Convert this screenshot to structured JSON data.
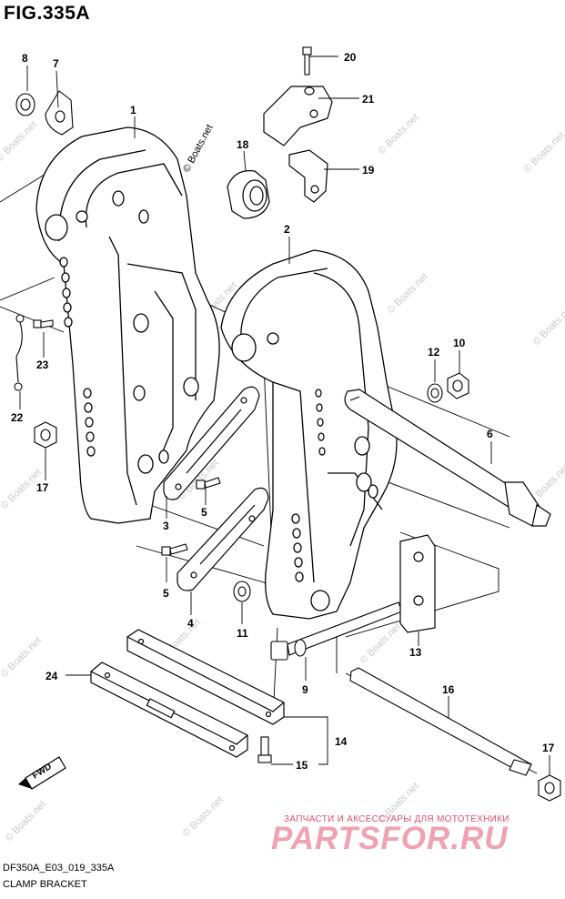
{
  "figure": {
    "title": "FIG.335A",
    "code": "DF350A_E03_019_335A",
    "name": "CLAMP BRACKET"
  },
  "watermark": {
    "text": "© Boats.net",
    "color": "#c9c9c9"
  },
  "brand": {
    "tagline": "ЗАПЧАСТИ И АКСЕССУАРЫ ДЛЯ МОТОТЕХНИКИ",
    "logo": "PARTSFOR.RU",
    "color": "#e0506a"
  },
  "direction_badge": {
    "label": "FWD"
  },
  "parts": [
    {
      "num": "1"
    },
    {
      "num": "2"
    },
    {
      "num": "3"
    },
    {
      "num": "4"
    },
    {
      "num": "5"
    },
    {
      "num": "6"
    },
    {
      "num": "7"
    },
    {
      "num": "8"
    },
    {
      "num": "9"
    },
    {
      "num": "10"
    },
    {
      "num": "11"
    },
    {
      "num": "12"
    },
    {
      "num": "13"
    },
    {
      "num": "14"
    },
    {
      "num": "15"
    },
    {
      "num": "16"
    },
    {
      "num": "17"
    },
    {
      "num": "18"
    },
    {
      "num": "19"
    },
    {
      "num": "20"
    },
    {
      "num": "21"
    },
    {
      "num": "22"
    },
    {
      "num": "23"
    },
    {
      "num": "24"
    }
  ]
}
